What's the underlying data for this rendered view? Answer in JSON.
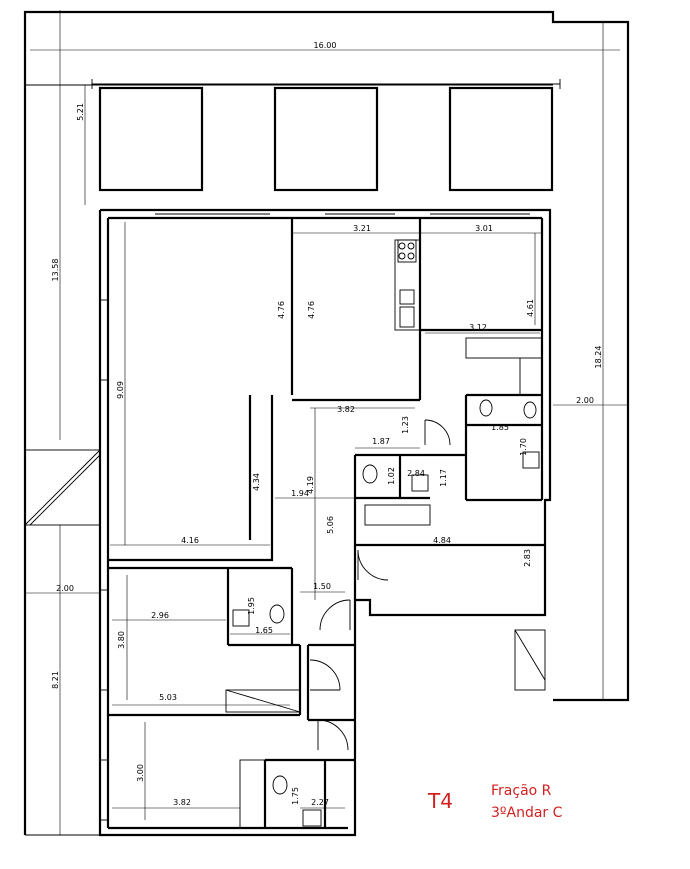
{
  "plan": {
    "unit_code": "T4",
    "fraction_label": "Fração R",
    "floor_label": "3ºAndar C",
    "accent_color": "#d22020"
  },
  "dimensions": {
    "overall_width": "16.00",
    "terrace_depth": "5.21",
    "left_height_upper": "13.58",
    "right_height": "18.24",
    "left_width_mid": "2.00",
    "right_width_mid": "2.00",
    "left_height_lower": "8.21",
    "living_height": "9.09",
    "living_width": "4.16",
    "living_partial": "4.76",
    "kitchen_wall": "4.76",
    "kitchen_width": "3.21",
    "room_ne_width": "3.01",
    "room_ne_height": "4.61",
    "room_ne_inner": "3.12",
    "hall_width": "3.82",
    "hall_height": "4.19",
    "hall_left": "4.34",
    "corridor_width": "1.94",
    "corridor_height": "5.06",
    "bath_width": "1.87",
    "bath_door": "1.23",
    "wc_width": "1.02",
    "wc2_width": "2.84",
    "wc2_height": "1.17",
    "ens_width": "1.85",
    "ens_height": "1.70",
    "bed_e_width": "4.84",
    "bed_e_height": "2.83",
    "bed_sw_width": "2.96",
    "bed_sw_height": "3.80",
    "bed_sw_wall": "5.03",
    "wc3_height": "1.95",
    "wc3_width": "1.65",
    "passage_width": "1.50",
    "bed_s_width": "3.82",
    "bed_s_height": "3.00",
    "wc4_width": "2.27",
    "wc4_height": "1.75"
  }
}
